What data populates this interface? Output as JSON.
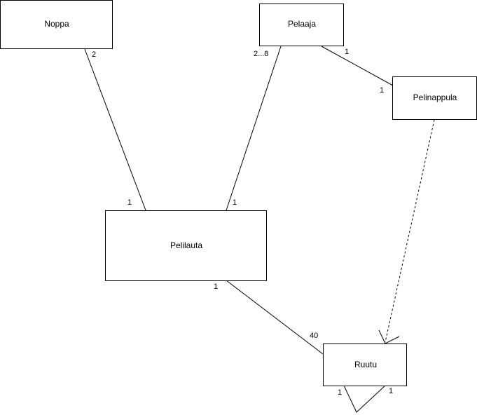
{
  "classes": {
    "noppa": "Noppa",
    "pelaaja": "Pelaaja",
    "pelinappula": "Pelinappula",
    "pelilauta": "Pelilauta",
    "ruutu": "Ruutu"
  },
  "associations": {
    "noppa_pelilauta": {
      "noppa_end": "2",
      "pelilauta_end": "1"
    },
    "pelaaja_pelilauta": {
      "pelaaja_end": "2...8",
      "pelilauta_end": "1"
    },
    "pelaaja_pelinappula": {
      "pelaaja_end": "1",
      "pelinappula_end": "1"
    },
    "pelilauta_ruutu": {
      "pelilauta_end": "1",
      "ruutu_end": "40"
    },
    "ruutu_self": {
      "start_end": "1",
      "end_end": "1"
    }
  },
  "dependencies": {
    "pelinappula_ruutu": {
      "style": "dashed",
      "arrow": "open"
    }
  }
}
